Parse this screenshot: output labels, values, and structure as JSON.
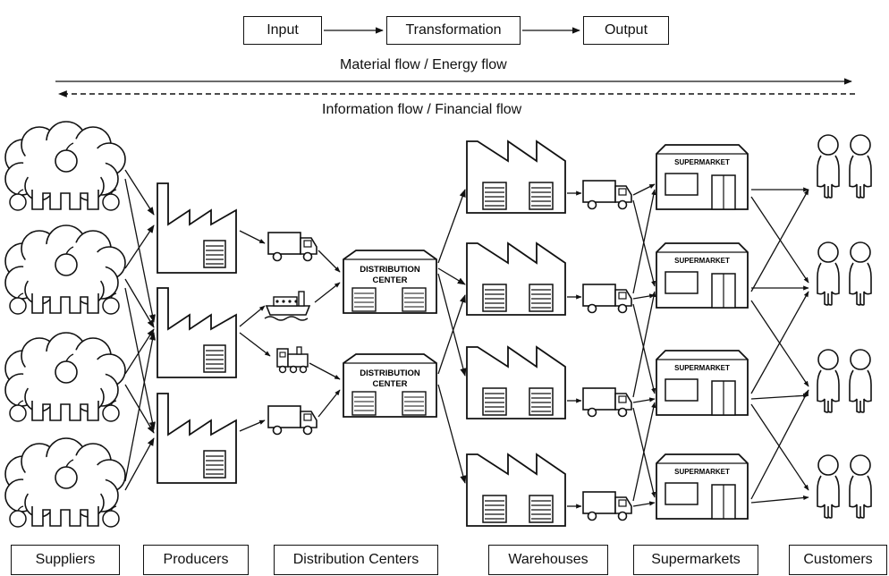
{
  "process": {
    "input": "Input",
    "transformation": "Transformation",
    "output": "Output"
  },
  "flows": {
    "forward": "Material flow / Energy flow",
    "backward": "Information flow / Financial flow"
  },
  "stages": {
    "suppliers": "Suppliers",
    "producers": "Producers",
    "distribution_centers": "Distribution Centers",
    "warehouses": "Warehouses",
    "supermarkets": "Supermarkets",
    "customers": "Customers"
  },
  "building_labels": {
    "distribution_center_line1": "DISTRIBUTION",
    "distribution_center_line2": "CENTER",
    "supermarket": "SUPERMARKET"
  },
  "icons": {
    "supplier": "apple-tree-icon",
    "producer": "factory-icon",
    "distribution_center": "warehouse-building-icon",
    "warehouse": "warehouse-icon",
    "supermarket": "store-icon",
    "customer": "person-icon",
    "truck": "truck-icon",
    "ship": "ship-icon",
    "train": "train-icon"
  },
  "colors": {
    "ink": "#111111",
    "background": "#ffffff"
  }
}
